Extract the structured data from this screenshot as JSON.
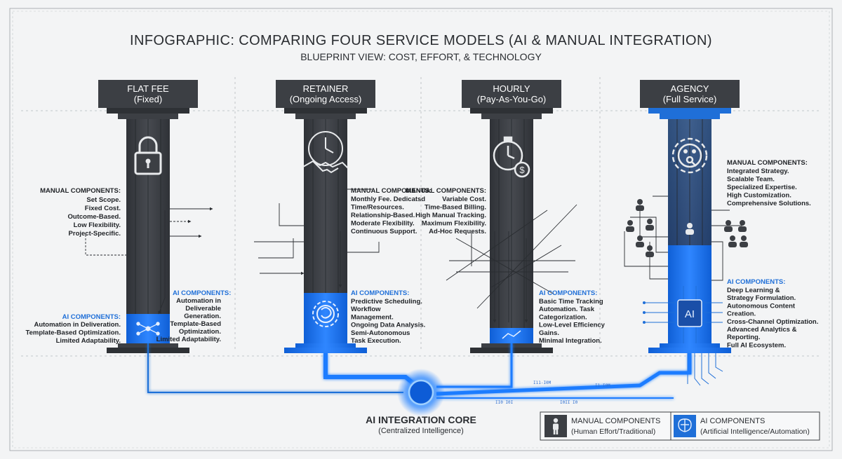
{
  "title": "INFOGRAPHIC: COMPARING FOUR SERVICE MODELS (AI & MANUAL INTEGRATION)",
  "subtitle": "BLUEPRINT VIEW: COST, EFFORT, & TECHNOLOGY",
  "pillars": [
    {
      "name": "FLAT FEE",
      "sub": "(Fixed)",
      "icon": "padlock",
      "manual_heading": "MANUAL COMPONENTS:",
      "manual_lines": [
        "Set Scope.",
        "Fixed Cost.",
        "Outcome-Based.",
        "Low Flexibility.",
        "Project-Specific."
      ],
      "ai_heading": "AI COMPONENTS:",
      "ai_lines_left": [
        "Automation in Deliveration.",
        "Template-Based Optimization.",
        "Limited Adaptability."
      ],
      "ai_lines_right": [
        "Automation in",
        "Deliverable",
        "Generation.",
        "Template-Based",
        "Optimization.",
        "Limited Adaptability."
      ]
    },
    {
      "name": "RETAINER",
      "sub": "(Ongoing Access)",
      "icon": "handshake",
      "manual_heading": "MANUAL COMPONENTS:",
      "manual_lines": [
        "Monthly Fee. Dedicatsd",
        "Time/Resources.",
        "Relationship-Based.",
        "Moderate Flexibility.",
        "Continuous Support."
      ],
      "ai_heading": "AI COMPONENTS:",
      "ai_lines": [
        "Predictive Scheduling.",
        "Workflow",
        "Management.",
        "Ongoing Data Analysis.",
        "Semi-Autonomous",
        "Task Execution."
      ]
    },
    {
      "name": "HOURLY",
      "sub": "(Pay-As-You-Go)",
      "icon": "stopwatch",
      "manual_heading": "MANUAL COMPONENTS:",
      "manual_lines": [
        "Variable Cost.",
        "Time-Based Billing.",
        "High Manual Tracking.",
        "Maximum Flexibility.",
        "Ad-Hoc Requests."
      ],
      "ai_heading": "AI COMPONENTS:",
      "ai_lines": [
        "Basic Time Tracking",
        "Automation. Task",
        "Categorization.",
        "Low-Level Efficiency",
        "Gains.",
        "Minimal Integration."
      ]
    },
    {
      "name": "AGENCY",
      "sub": "(Full Service)",
      "icon": "gear-team",
      "manual_heading": "MANUAL COMPONENTS:",
      "manual_lines": [
        "Integrated Strategy.",
        "Scalable Team.",
        "Specialized Expertise.",
        "High Customization.",
        "Comprehensive Solutions."
      ],
      "ai_heading": "AI COMPONENTS:",
      "ai_lines": [
        "Deep Learning &",
        "Strategy Formulation.",
        "Autonomous Content",
        "Creation.",
        "Cross-Channel Optimization.",
        "Advanced Analytics &",
        "Reporting.",
        "Full AI Ecosystem."
      ],
      "chip_label": "AI"
    }
  ],
  "core": {
    "title": "AI INTEGRATION CORE",
    "sub": "(Centralized Intelligence)"
  },
  "legend": [
    {
      "title": "MANUAL COMPONENTS",
      "sub": "(Human Effort/Traditional)",
      "icon": "person"
    },
    {
      "title": "AI COMPONENTS",
      "sub": "(Artificial Intelligence/Automation)",
      "icon": "brain"
    }
  ],
  "connector_labels": [
    "I11-I0M",
    "I1 I0M",
    "II0 I0I",
    "I0II I0"
  ],
  "colors": {
    "ink": "#2a2d31",
    "pillar": "#3c3f44",
    "ai_blue": "#1f6fd8",
    "glow": "#1a7cff",
    "paper": "#f3f4f5"
  }
}
